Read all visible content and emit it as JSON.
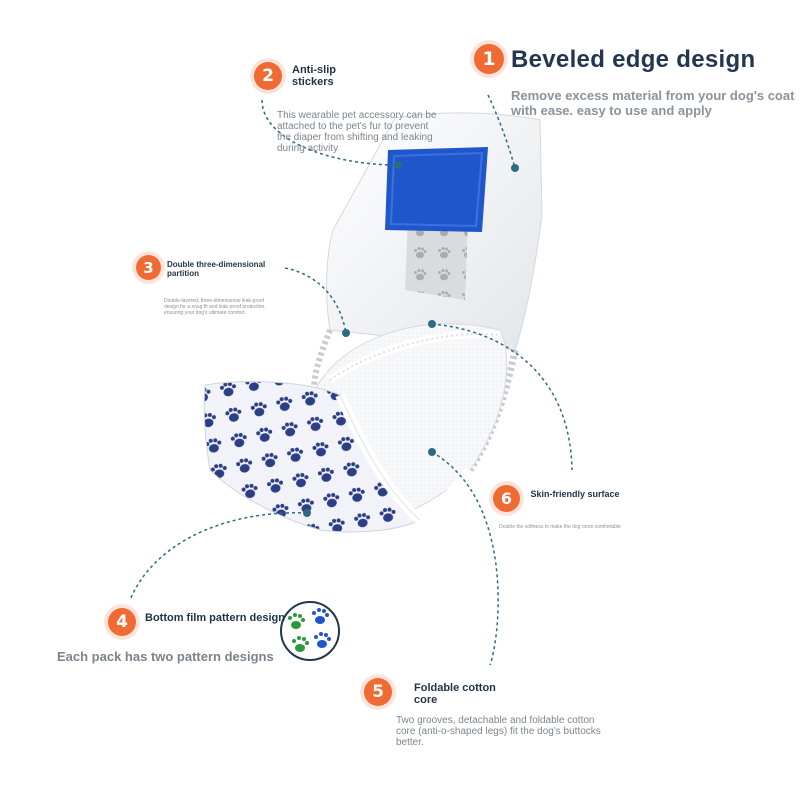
{
  "callout1": {
    "number": "1",
    "title": "Beveled edge design",
    "description": "Remove excess material from your dog's coat with ease. easy to use and apply"
  },
  "callout2": {
    "number": "2",
    "title": "Anti-slip stickers",
    "description": "This wearable pet accessory can be attached to the pet's fur to prevent the diaper from shifting and leaking during activity"
  },
  "callout3": {
    "number": "3",
    "title": "Double three-dimensional partition",
    "description": "Double-layered, three-dimensional leak-proof design for a snug fit and leak-proof protection, ensuring your dog's ultimate comfort."
  },
  "callout4": {
    "number": "4",
    "title": "Bottom film pattern design",
    "description": "Each pack has two pattern designs"
  },
  "callout5": {
    "number": "5",
    "title": "Foldable cotton core",
    "description": "Two grooves, detachable and foldable cotton core (anti-o-shaped legs) fit the dog's buttocks better."
  },
  "callout6": {
    "number": "6",
    "title": "Skin-friendly surface",
    "description": "Double the softness to make the dog more comfortable"
  },
  "colors": {
    "badge": "#f06a33",
    "title": "#23364e",
    "dashed_line": "#2e6b80",
    "sticker": "#1f56c9",
    "paw_navy": "#2c3f86"
  }
}
